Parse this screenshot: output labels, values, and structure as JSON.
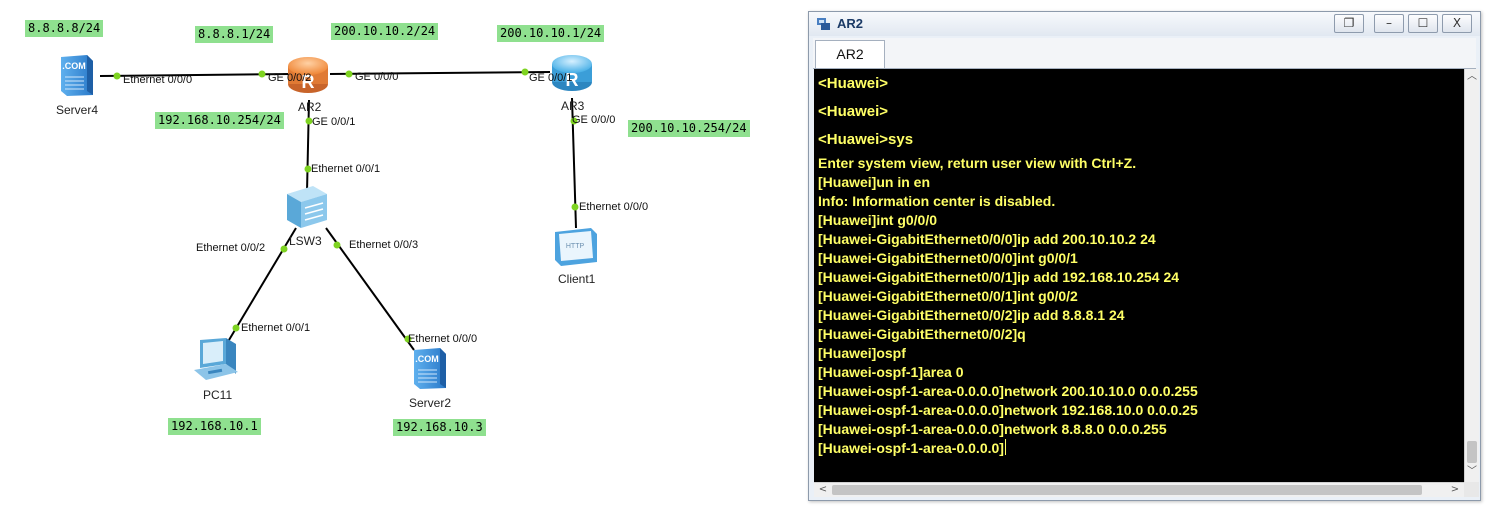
{
  "topology": {
    "ip_labels": {
      "server4": "8.8.8.8/24",
      "ar2_g002": "8.8.8.1/24",
      "ar2_g000": "200.10.10.2/24",
      "ar3_g001": "200.10.10.1/24",
      "ar2_g001": "192.168.10.254/24",
      "ar3_g000": "200.10.10.254/24",
      "pc11": "192.168.10.1",
      "server2": "192.168.10.3"
    },
    "devices": {
      "server4": "Server4",
      "ar2": "AR2",
      "ar3": "AR3",
      "lsw3": "LSW3",
      "client1": "Client1",
      "pc11": "PC11",
      "server2": "Server2"
    },
    "ports": {
      "server4_eth": "Ethernet 0/0/0",
      "ar2_ge002": "GE 0/0/2",
      "ar2_ge000": "GE 0/0/0",
      "ar3_ge001": "GE 0/0/1",
      "ar2_ge001": "GE 0/0/1",
      "ar3_ge000": "GE 0/0/0",
      "lsw3_eth001": "Ethernet 0/0/1",
      "client1_eth": "Ethernet 0/0/0",
      "lsw3_eth002": "Ethernet 0/0/2",
      "lsw3_eth003": "Ethernet 0/0/3",
      "pc11_eth": "Ethernet 0/0/1",
      "server2_eth": "Ethernet 0/0/0"
    },
    "icons": {
      "server_badge": ".COM",
      "client_badge": "HTTP",
      "router_badge": "R"
    },
    "colors": {
      "label_bg": "#8fe08f",
      "link_dot": "#7ed321",
      "router_ar2": "#f08a3c",
      "router_ar3": "#4fb3e8"
    }
  },
  "window": {
    "title": "AR2",
    "tab": "AR2",
    "buttons": {
      "restore": "❐",
      "minimize": "–",
      "maximize": "☐",
      "close": "X"
    },
    "console_lines": [
      "<Huawei>",
      "<Huawei>",
      "<Huawei>sys",
      "Enter system view, return user view with Ctrl+Z.",
      "[Huawei]un in en",
      "Info: Information center is disabled.",
      "[Huawei]int g0/0/0",
      "[Huawei-GigabitEthernet0/0/0]ip add 200.10.10.2 24",
      "[Huawei-GigabitEthernet0/0/0]int g0/0/1",
      "[Huawei-GigabitEthernet0/0/1]ip add 192.168.10.254 24",
      "[Huawei-GigabitEthernet0/0/1]int g0/0/2",
      "[Huawei-GigabitEthernet0/0/2]ip add 8.8.8.1 24",
      "[Huawei-GigabitEthernet0/0/2]q",
      "[Huawei]ospf",
      "[Huawei-ospf-1]area 0",
      "[Huawei-ospf-1-area-0.0.0.0]network 200.10.10.0 0.0.0.255",
      "[Huawei-ospf-1-area-0.0.0.0]network 192.168.10.0 0.0.0.25",
      "[Huawei-ospf-1-area-0.0.0.0]network 8.8.8.0 0.0.0.255",
      "[Huawei-ospf-1-area-0.0.0.0]"
    ],
    "console_colors": {
      "background": "#000000",
      "text": "#ffff66"
    }
  }
}
